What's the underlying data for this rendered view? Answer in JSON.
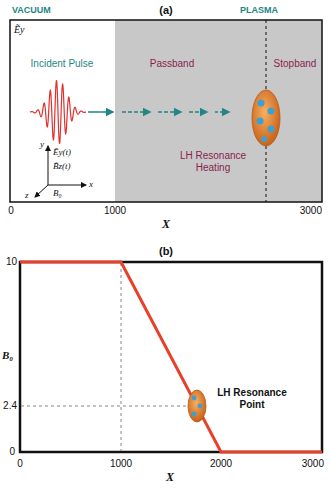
{
  "diagram": {
    "labels": [
      "VACUUM",
      "Ẽy",
      "(a)",
      "PLASMA",
      "Incident Pulse",
      "Passband",
      "Stopband",
      "LH Resonance Heating",
      "y",
      "Ẽy(t)",
      "B̃z(t)",
      "x",
      "z",
      "B₀",
      "0",
      "1000",
      "3000",
      "X",
      "(b)",
      "10",
      "B₀",
      "2.4",
      "0",
      "LH Resonance Point",
      "0",
      "1000",
      "2000",
      "3000",
      "X"
    ]
  }
}
